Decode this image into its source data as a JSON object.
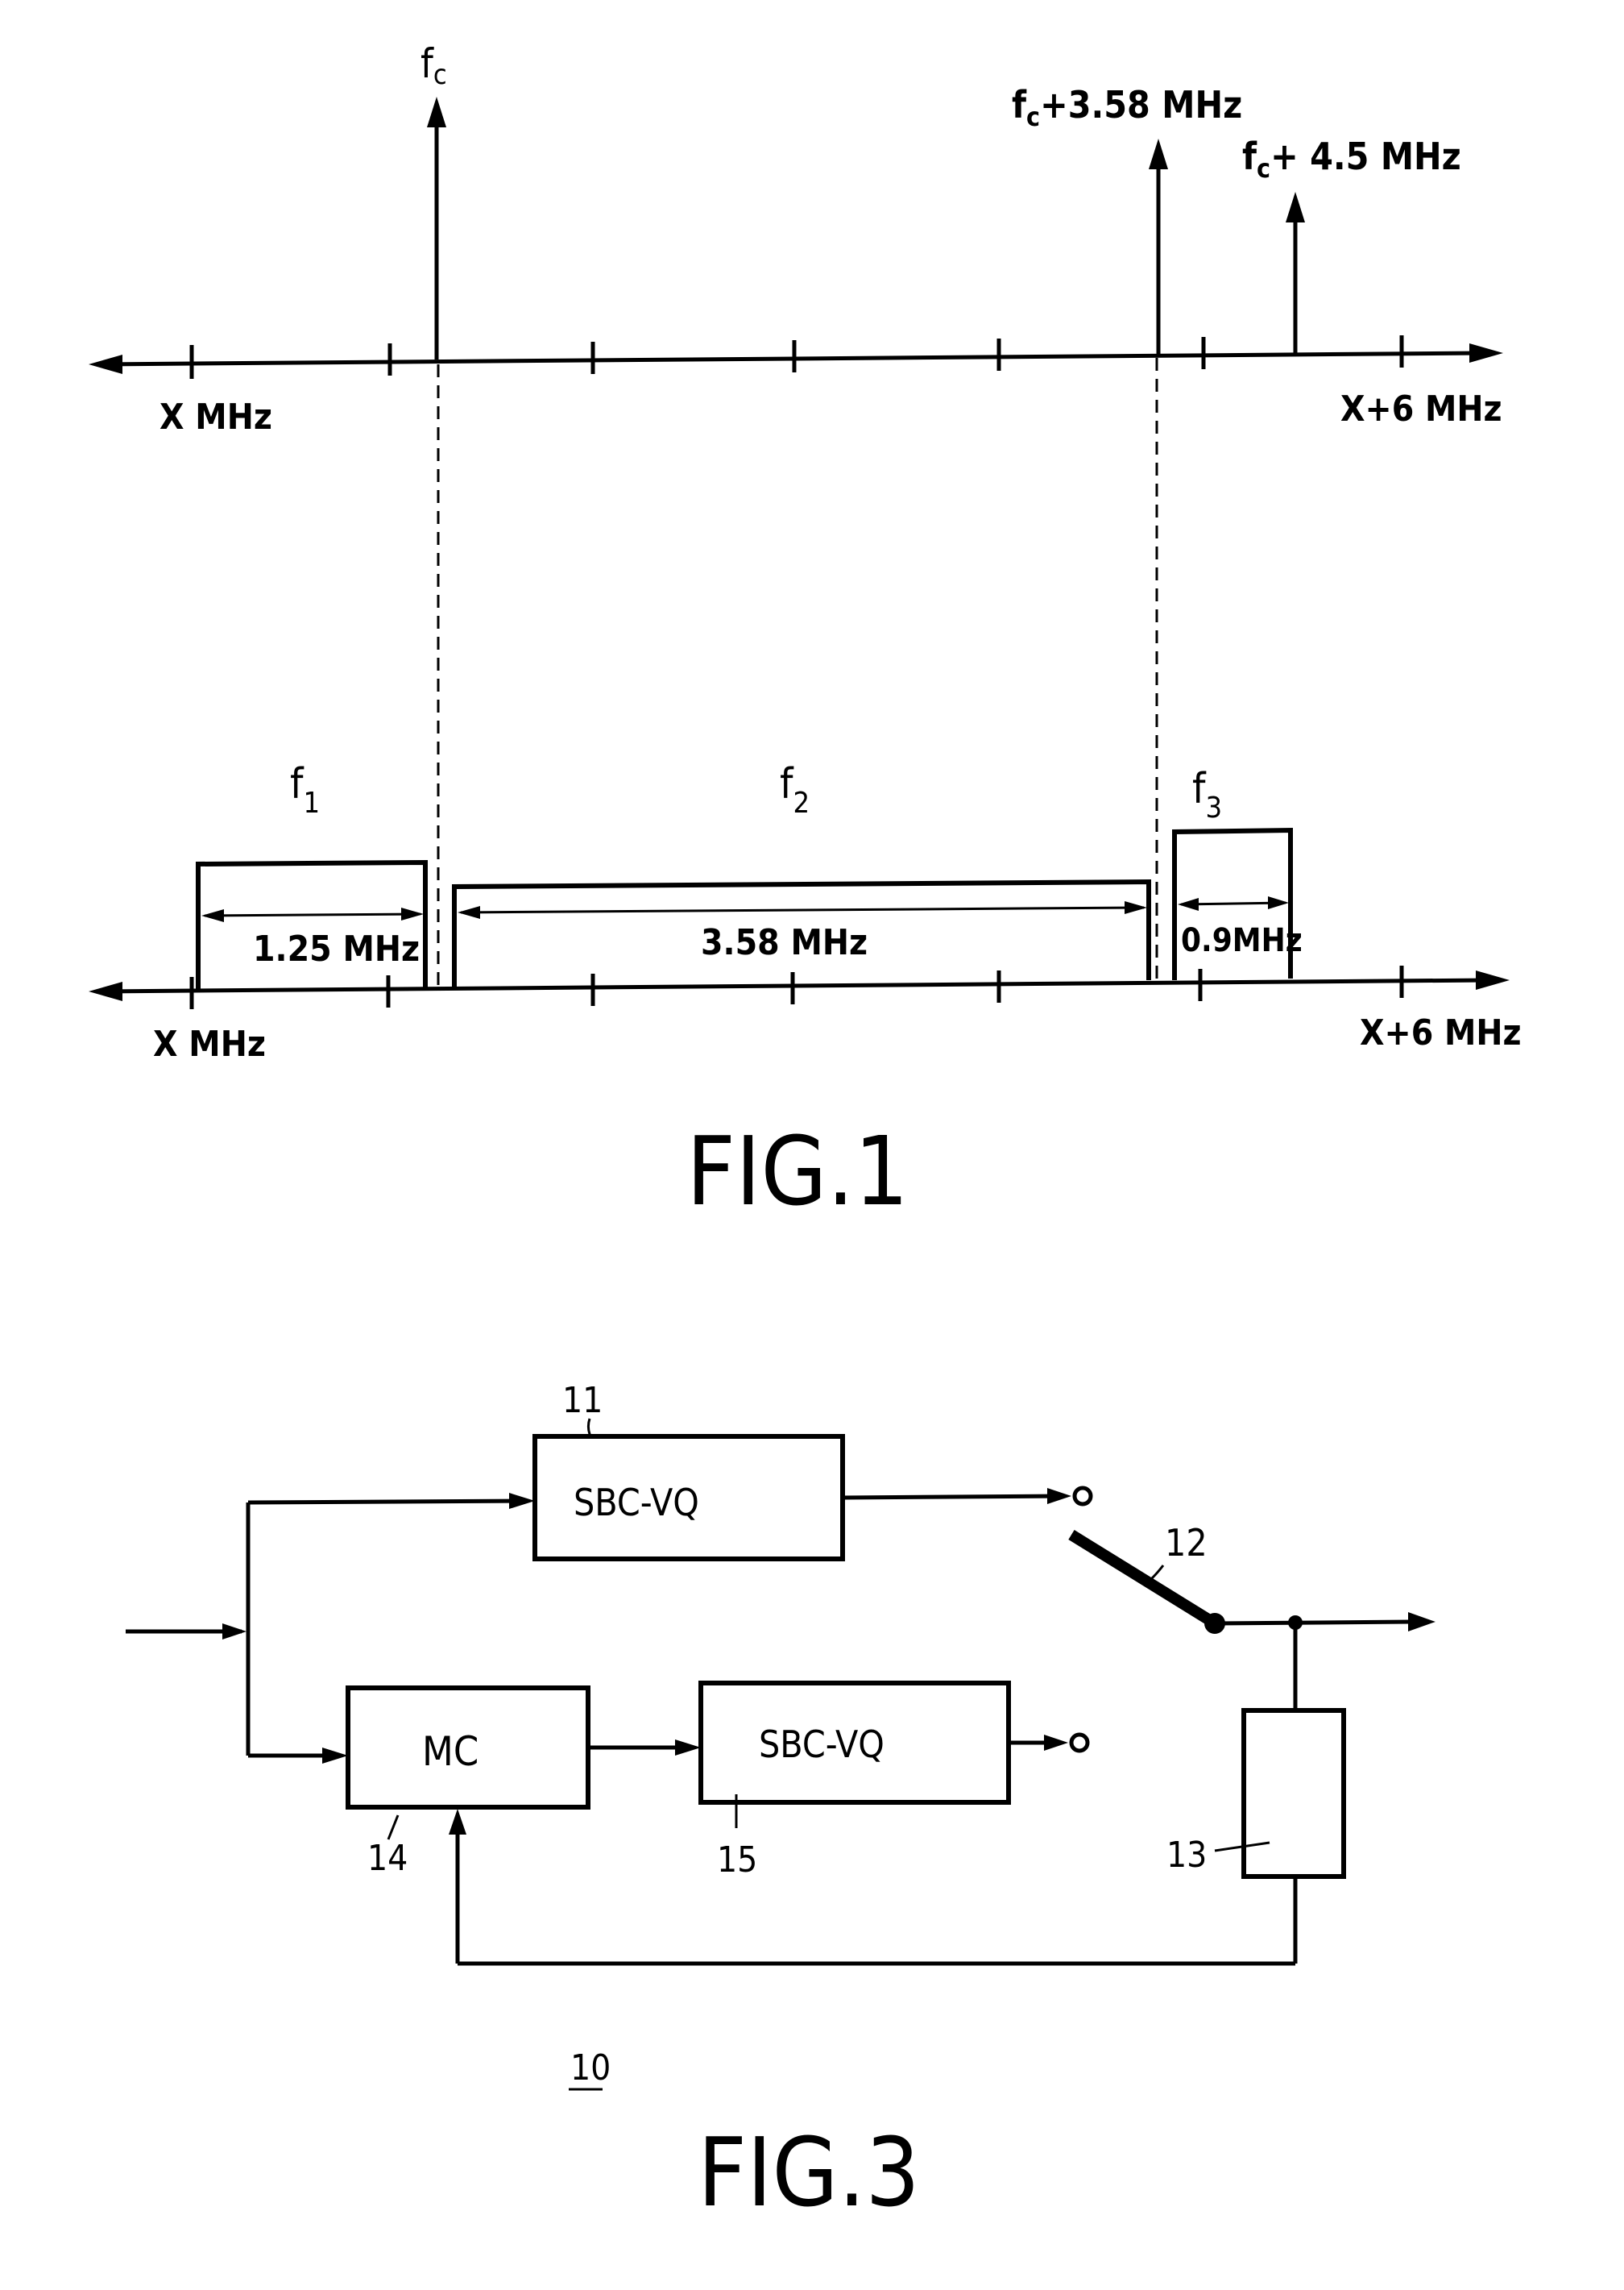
{
  "fig1": {
    "caption": "FIG.1",
    "top_axis": {
      "left_label": "X MHz",
      "right_label": "X+6 MHz"
    },
    "carriers": {
      "fc": "f",
      "fc_sub": "c",
      "chroma": "+3.58 MHz",
      "sound": "+ 4.5 MHz"
    },
    "bottom_axis": {
      "left_label": "X MHz",
      "right_label": "X+6 MHz"
    },
    "bands": [
      {
        "name": "f",
        "sub": "1",
        "width": "1.25 MHz"
      },
      {
        "name": "f",
        "sub": "2",
        "width": "3.58 MHz"
      },
      {
        "name": "f",
        "sub": "3",
        "width": "0.9MHz"
      }
    ]
  },
  "fig3": {
    "caption": "FIG.3",
    "figure_ref": "10",
    "blocks": {
      "sbc_vq_top": {
        "label": "SBC-VQ",
        "ref": "11"
      },
      "switch": {
        "ref": "12"
      },
      "memory": {
        "ref": "13"
      },
      "mc": {
        "label": "MC",
        "ref": "14"
      },
      "sbc_vq_bottom": {
        "label": "SBC-VQ",
        "ref": "15"
      }
    }
  }
}
